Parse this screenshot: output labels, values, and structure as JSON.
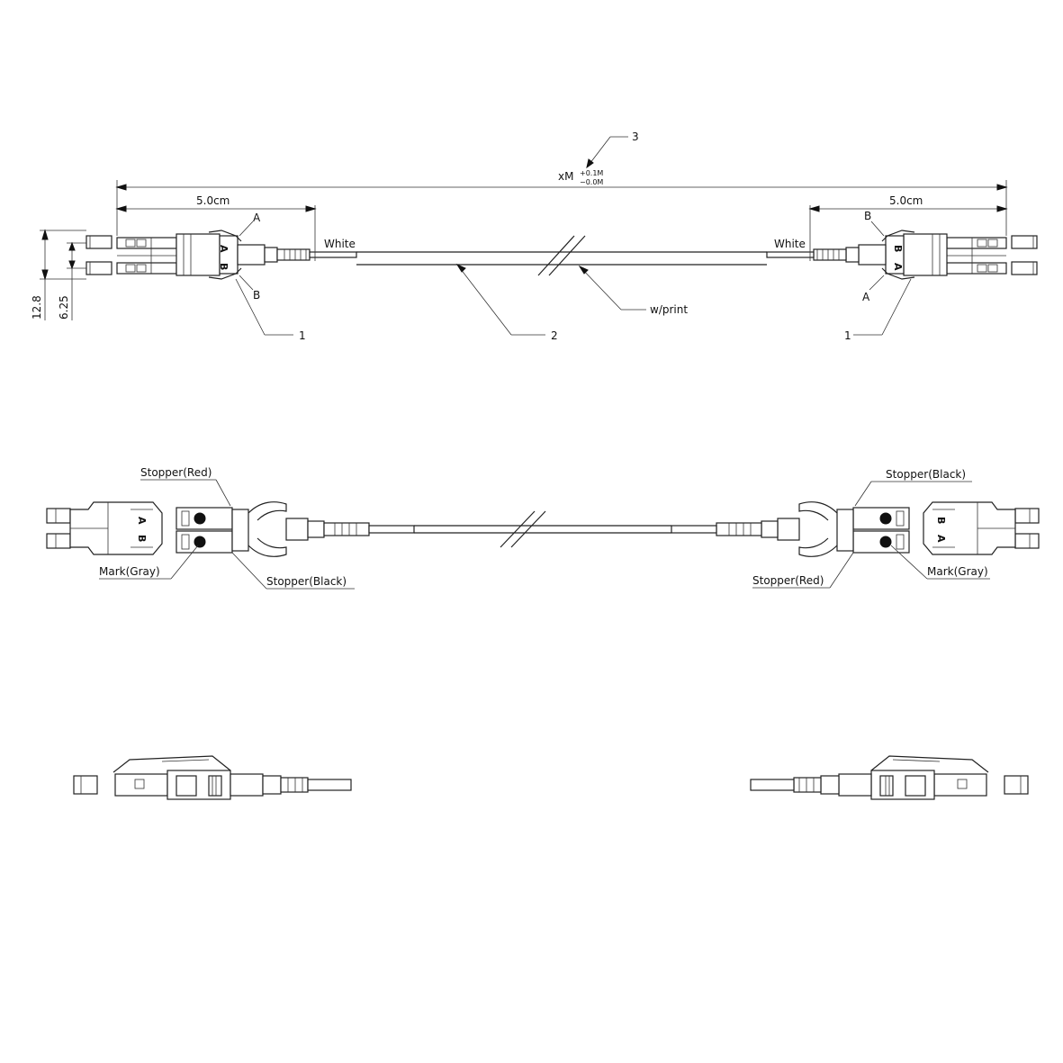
{
  "dimensions": {
    "total_length": "xM",
    "tol_plus": "+0.1M",
    "tol_minus": "−0.0M",
    "boot_length_left": "5.0cm",
    "boot_length_right": "5.0cm",
    "pitch_outer": "12.8",
    "pitch_inner": "6.25"
  },
  "callouts": {
    "item_1_left": "1",
    "item_1_right": "1",
    "item_2": "2",
    "item_3": "3",
    "cable_print": "w/print"
  },
  "labels": {
    "white_left": "White",
    "white_right": "White",
    "a_left": "A",
    "b_left": "B",
    "a_right": "A",
    "b_right": "B",
    "stopper_red_left": "Stopper(Red)",
    "stopper_black_left": "Stopper(Black)",
    "mark_gray_left": "Mark(Gray)",
    "stopper_black_right": "Stopper(Black)",
    "stopper_red_right": "Stopper(Red)",
    "mark_gray_right": "Mark(Gray)",
    "conn_a": "A",
    "conn_b": "B"
  }
}
